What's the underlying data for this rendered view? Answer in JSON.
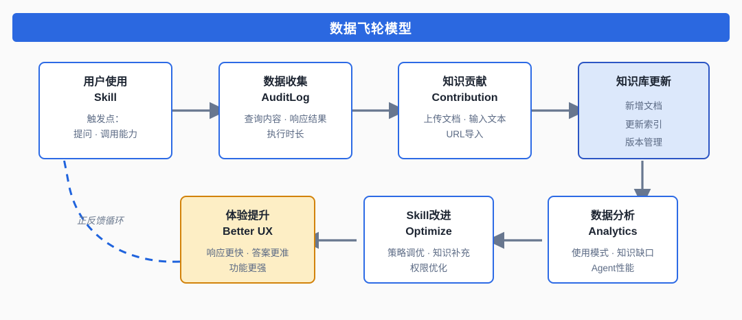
{
  "header": {
    "title": "数据飞轮模型",
    "bg_color": "#2b68e0",
    "text_color": "#ffffff"
  },
  "colors": {
    "background": "#fafafa",
    "card_border_blue": "#2c6ae5",
    "card_border_amber": "#d2820a",
    "card_fill_blue": "#dce8fb",
    "card_fill_amber": "#fdeec5",
    "arrow": "#68778f",
    "loop_dashed": "#1f63dd",
    "title_text": "#1b2330",
    "sub_text": "#5b6a84"
  },
  "nodes": [
    {
      "id": "user-usage",
      "title_cn": "用户使用",
      "title_en": "Skill",
      "sub_lines": [
        "触发点：",
        "提问 · 调用能力"
      ],
      "style": "plain"
    },
    {
      "id": "data-collection",
      "title_cn": "数据收集",
      "title_en": "AuditLog",
      "sub_lines": [
        "查询内容 · 响应结果",
        "执行时长"
      ],
      "style": "plain"
    },
    {
      "id": "knowledge-contribution",
      "title_cn": "知识贡献",
      "title_en": "Contribution",
      "sub_lines": [
        "上传文档 · 输入文本",
        "URL导入"
      ],
      "style": "plain"
    },
    {
      "id": "knowledge-base-update",
      "title_cn": "知识库更新",
      "title_en": "",
      "sub_lines": [
        "新增文档",
        "更新索引",
        "版本管理"
      ],
      "style": "blue"
    },
    {
      "id": "data-analytics",
      "title_cn": "数据分析",
      "title_en": "Analytics",
      "sub_lines": [
        "使用模式 · 知识缺口",
        "Agent性能"
      ],
      "style": "plain"
    },
    {
      "id": "skill-optimize",
      "title_cn": "Skill改进",
      "title_en": "Optimize",
      "sub_lines": [
        "策略调优 · 知识补充",
        "权限优化"
      ],
      "style": "plain"
    },
    {
      "id": "better-ux",
      "title_cn": "体验提升",
      "title_en": "Better UX",
      "sub_lines": [
        "响应更快 · 答案更准",
        "功能更强"
      ],
      "style": "amber"
    }
  ],
  "loop": {
    "label": "正反馈循环"
  }
}
